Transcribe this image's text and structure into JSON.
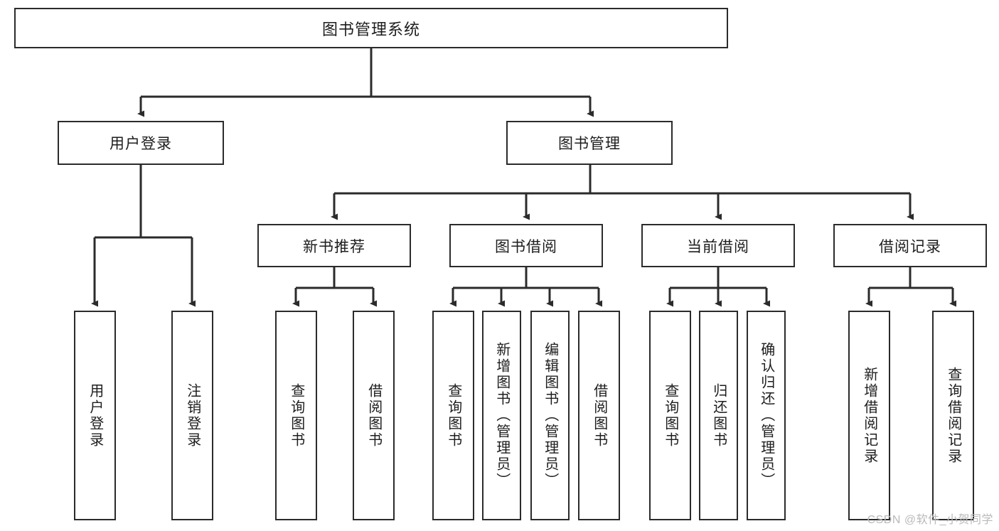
{
  "diagram": {
    "type": "tree",
    "title": "图书管理系统",
    "watermark": "CSDN @软件_小贺同学",
    "colors": {
      "box_border": "#2b2b2b",
      "box_fill": "#ffffff",
      "line": "#2b2b2b",
      "text": "#1d1d1d",
      "watermark": "#b9b9b9"
    },
    "nodes": {
      "root": {
        "label": "图书管理系统"
      },
      "level2": [
        {
          "label": "用户登录"
        },
        {
          "label": "图书管理"
        }
      ],
      "level3": [
        {
          "label": "新书推荐"
        },
        {
          "label": "图书借阅"
        },
        {
          "label": "当前借阅"
        },
        {
          "label": "借阅记录"
        }
      ],
      "leaves": {
        "user_login": [
          {
            "label": "用户登录"
          },
          {
            "label": "注销登录"
          }
        ],
        "new_book": [
          {
            "label": "查询图书"
          },
          {
            "label": "借阅图书"
          }
        ],
        "book_borrow": [
          {
            "label": "查询图书"
          },
          {
            "label": "新增图书（管理员）"
          },
          {
            "label": "编辑图书（管理员）"
          },
          {
            "label": "借阅图书"
          }
        ],
        "current_borrow": [
          {
            "label": "查询图书"
          },
          {
            "label": "归还图书"
          },
          {
            "label": "确认归还（管理员）"
          }
        ],
        "borrow_record": [
          {
            "label": "新增借阅记录"
          },
          {
            "label": "查询借阅记录"
          }
        ]
      }
    },
    "edges": [
      {
        "from": "图书管理系统",
        "to": "用户登录"
      },
      {
        "from": "图书管理系统",
        "to": "图书管理"
      },
      {
        "from": "图书管理",
        "to": "新书推荐"
      },
      {
        "from": "图书管理",
        "to": "图书借阅"
      },
      {
        "from": "图书管理",
        "to": "当前借阅"
      },
      {
        "from": "图书管理",
        "to": "借阅记录"
      },
      {
        "from": "用户登录",
        "to": "用户登录"
      },
      {
        "from": "用户登录",
        "to": "注销登录"
      },
      {
        "from": "新书推荐",
        "to": "查询图书"
      },
      {
        "from": "新书推荐",
        "to": "借阅图书"
      },
      {
        "from": "图书借阅",
        "to": "查询图书"
      },
      {
        "from": "图书借阅",
        "to": "新增图书（管理员）"
      },
      {
        "from": "图书借阅",
        "to": "编辑图书（管理员）"
      },
      {
        "from": "图书借阅",
        "to": "借阅图书"
      },
      {
        "from": "当前借阅",
        "to": "查询图书"
      },
      {
        "from": "当前借阅",
        "to": "归还图书"
      },
      {
        "from": "当前借阅",
        "to": "确认归还（管理员）"
      },
      {
        "from": "借阅记录",
        "to": "新增借阅记录"
      },
      {
        "from": "借阅记录",
        "to": "查询借阅记录"
      }
    ]
  }
}
